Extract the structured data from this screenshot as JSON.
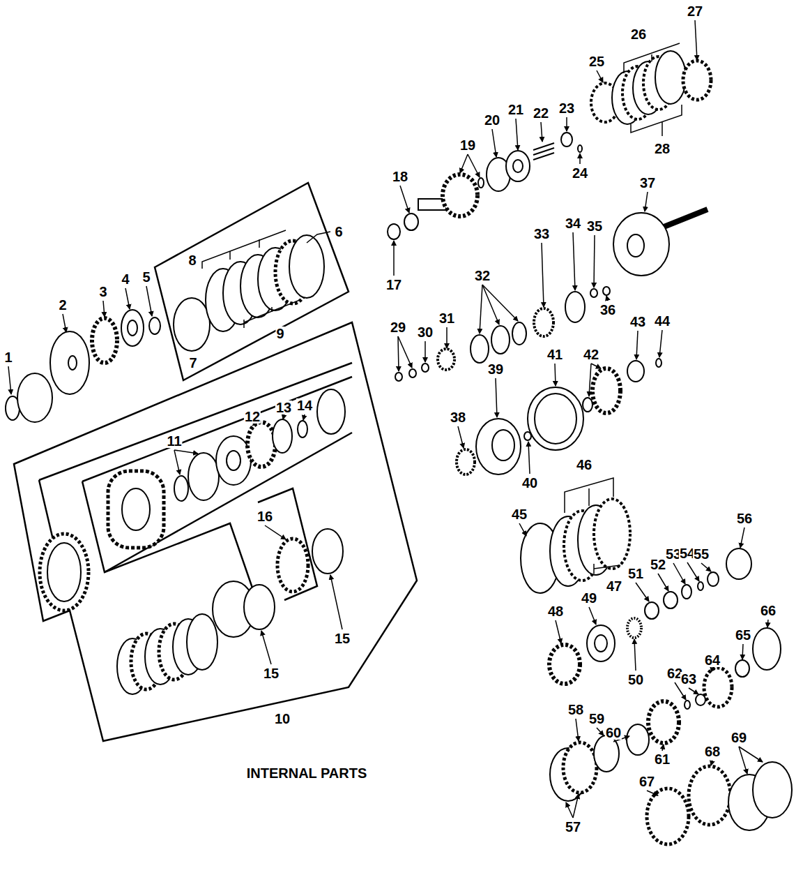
{
  "diagram": {
    "title": "INTERNAL PARTS",
    "labels": [
      "1",
      "2",
      "3",
      "4",
      "5",
      "6",
      "7",
      "8",
      "9",
      "10",
      "11",
      "12",
      "13",
      "14",
      "15",
      "15",
      "16",
      "17",
      "18",
      "19",
      "20",
      "21",
      "22",
      "23",
      "24",
      "25",
      "26",
      "27",
      "28",
      "29",
      "30",
      "31",
      "32",
      "33",
      "34",
      "35",
      "36",
      "37",
      "38",
      "39",
      "40",
      "41",
      "42",
      "43",
      "44",
      "45",
      "46",
      "47",
      "48",
      "49",
      "50",
      "51",
      "52",
      "53",
      "54",
      "55",
      "56",
      "57",
      "58",
      "59",
      "60",
      "61",
      "62",
      "63",
      "64",
      "65",
      "66",
      "67",
      "68",
      "69"
    ]
  }
}
